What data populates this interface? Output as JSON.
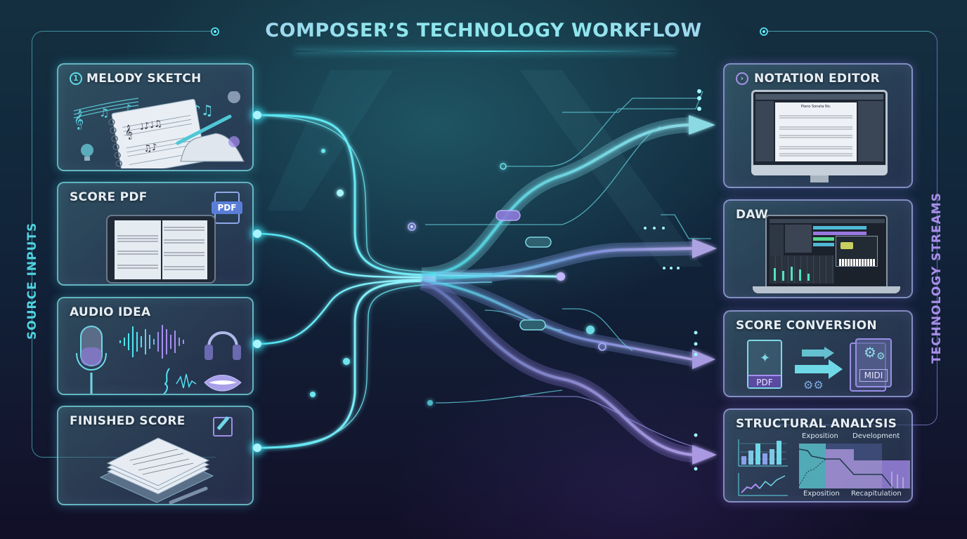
{
  "title": "COMPOSER’S TECHNOLOGY WORKFLOW",
  "side_labels": {
    "left": "SOURCE INPUTS",
    "right": "TECHNOLOGY STREAMS"
  },
  "source_inputs": [
    {
      "label": "MELODY SKETCH",
      "badge": "1",
      "icon": "notebook-hand-pencil-icon"
    },
    {
      "label": "SCORE PDF",
      "badge_text": "PDF",
      "icon": "tablet-score-icon"
    },
    {
      "label": "AUDIO IDEA",
      "icon": "microphone-waveform-icon"
    },
    {
      "label": "FINISHED SCORE",
      "icon": "score-stack-icon"
    }
  ],
  "technology_streams": [
    {
      "label": "NOTATION EDITOR",
      "badge": "›",
      "icon": "monitor-notation-icon",
      "screen_title": "Piano Sonata No."
    },
    {
      "label": "DAW",
      "icon": "laptop-daw-icon"
    },
    {
      "label": "SCORE CONVERSION",
      "from_label": "PDF",
      "to_label": "MIDI",
      "icon": "pdf-to-midi-icon"
    },
    {
      "label": "STRUCTURAL ANALYSIS",
      "icon": "analysis-charts-icon",
      "sections_top": [
        "Exposition",
        "Development"
      ],
      "sections_bottom": [
        "Exposition",
        "Recapitulation"
      ]
    }
  ],
  "colors": {
    "cyan": "#4fe3f0",
    "violet": "#a58cf0",
    "bg_top": "#143040",
    "bg_bottom": "#120f28"
  }
}
